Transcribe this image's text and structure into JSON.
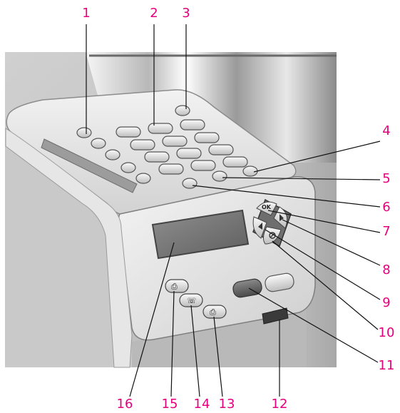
{
  "callout_color": "#e4007c",
  "callouts": [
    {
      "number": "1"
    },
    {
      "number": "2"
    },
    {
      "number": "3"
    },
    {
      "number": "4"
    },
    {
      "number": "5"
    },
    {
      "number": "6"
    },
    {
      "number": "7"
    },
    {
      "number": "8"
    },
    {
      "number": "9"
    },
    {
      "number": "10"
    },
    {
      "number": "11"
    },
    {
      "number": "12"
    },
    {
      "number": "13"
    },
    {
      "number": "14"
    },
    {
      "number": "15"
    },
    {
      "number": "16"
    }
  ],
  "nav_pad": {
    "ok_label": "OK"
  }
}
